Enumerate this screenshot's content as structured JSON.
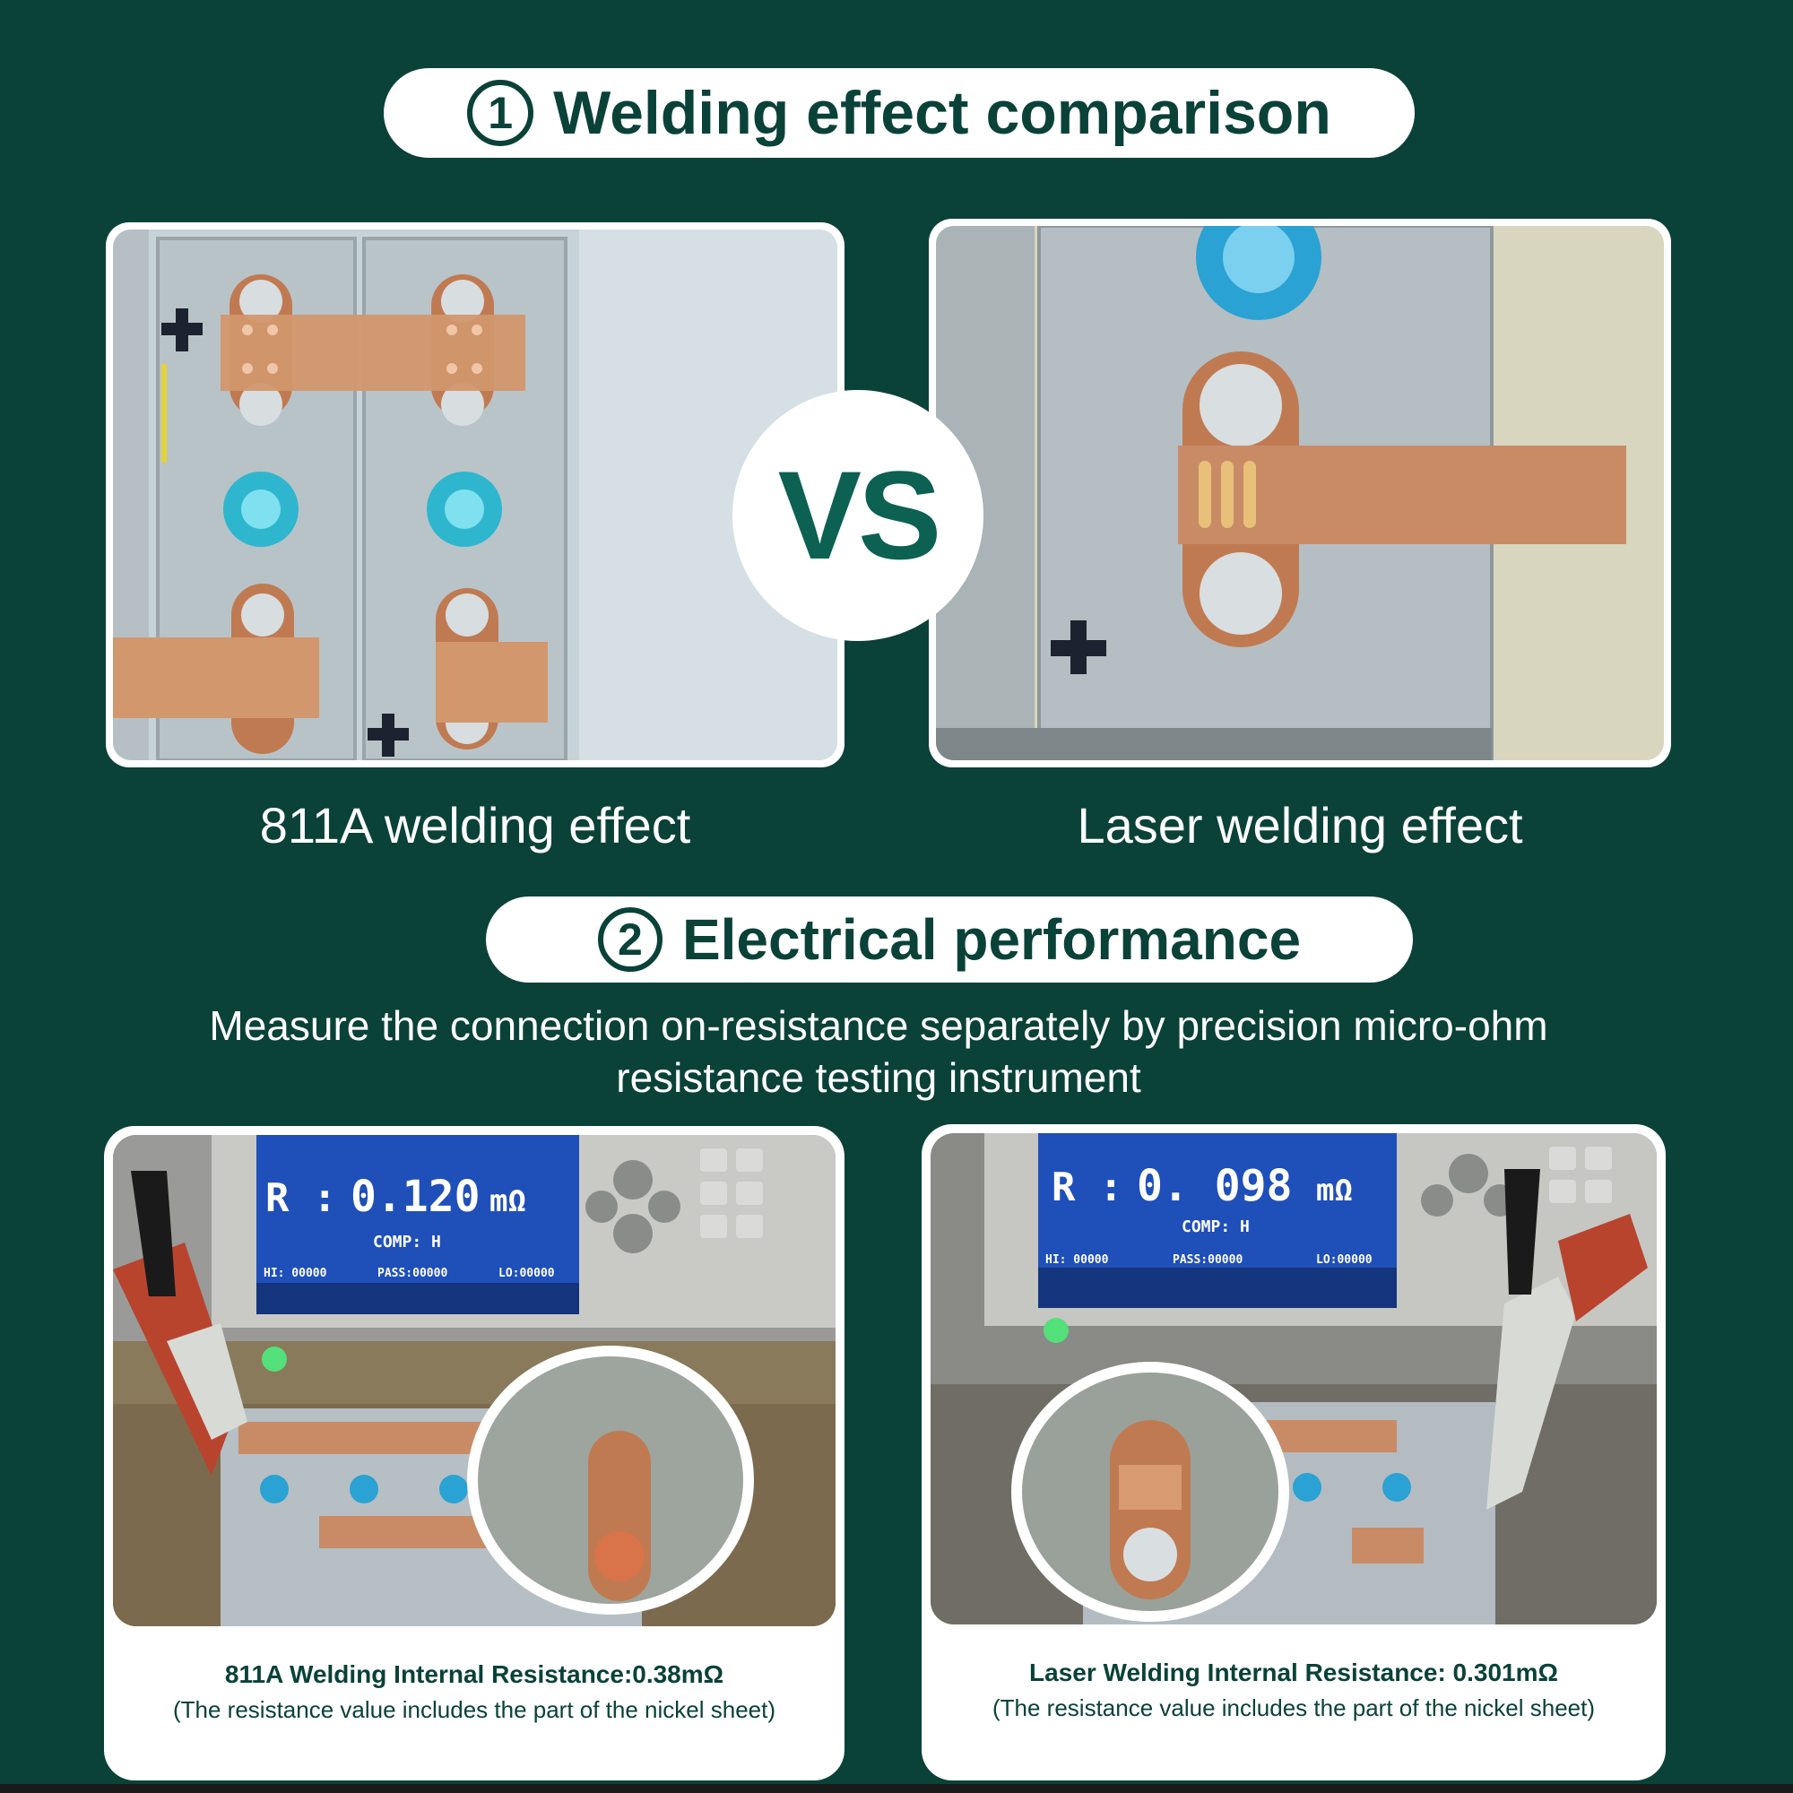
{
  "section1": {
    "number": "1",
    "title": "Welding effect comparison"
  },
  "vs_label": "VS",
  "left_photo_caption": "811A welding effect",
  "right_photo_caption": "Laser welding effect",
  "section2": {
    "number": "2",
    "title": "Electrical performance"
  },
  "intro_line1": "Measure the connection on-resistance separately by precision micro-ohm",
  "intro_line2": "resistance testing instrument",
  "left_meter": {
    "reading_label": "R :",
    "reading_value": "0.120",
    "reading_unit": "mΩ",
    "comp": "COMP: H",
    "hi": "HI: 00000",
    "pass": "PASS:00000",
    "lo": "LO:00000",
    "result_title": "811A Welding Internal Resistance:0.38mΩ",
    "result_note": "(The resistance value includes the part of the nickel sheet)"
  },
  "right_meter": {
    "reading_label": "R :",
    "reading_value": "0. 098",
    "reading_unit": "mΩ",
    "comp": "COMP: H",
    "hi": "HI: 00000",
    "pass": "PASS:00000",
    "lo": "LO:00000",
    "result_title": "Laser Welding Internal Resistance: 0.301mΩ",
    "result_note": "(The resistance value includes the part of the nickel sheet)"
  },
  "colors": {
    "background": "#0a4238",
    "accent": "#0c6153",
    "copper": "#c9835c",
    "screen": "#1f4fb8"
  }
}
